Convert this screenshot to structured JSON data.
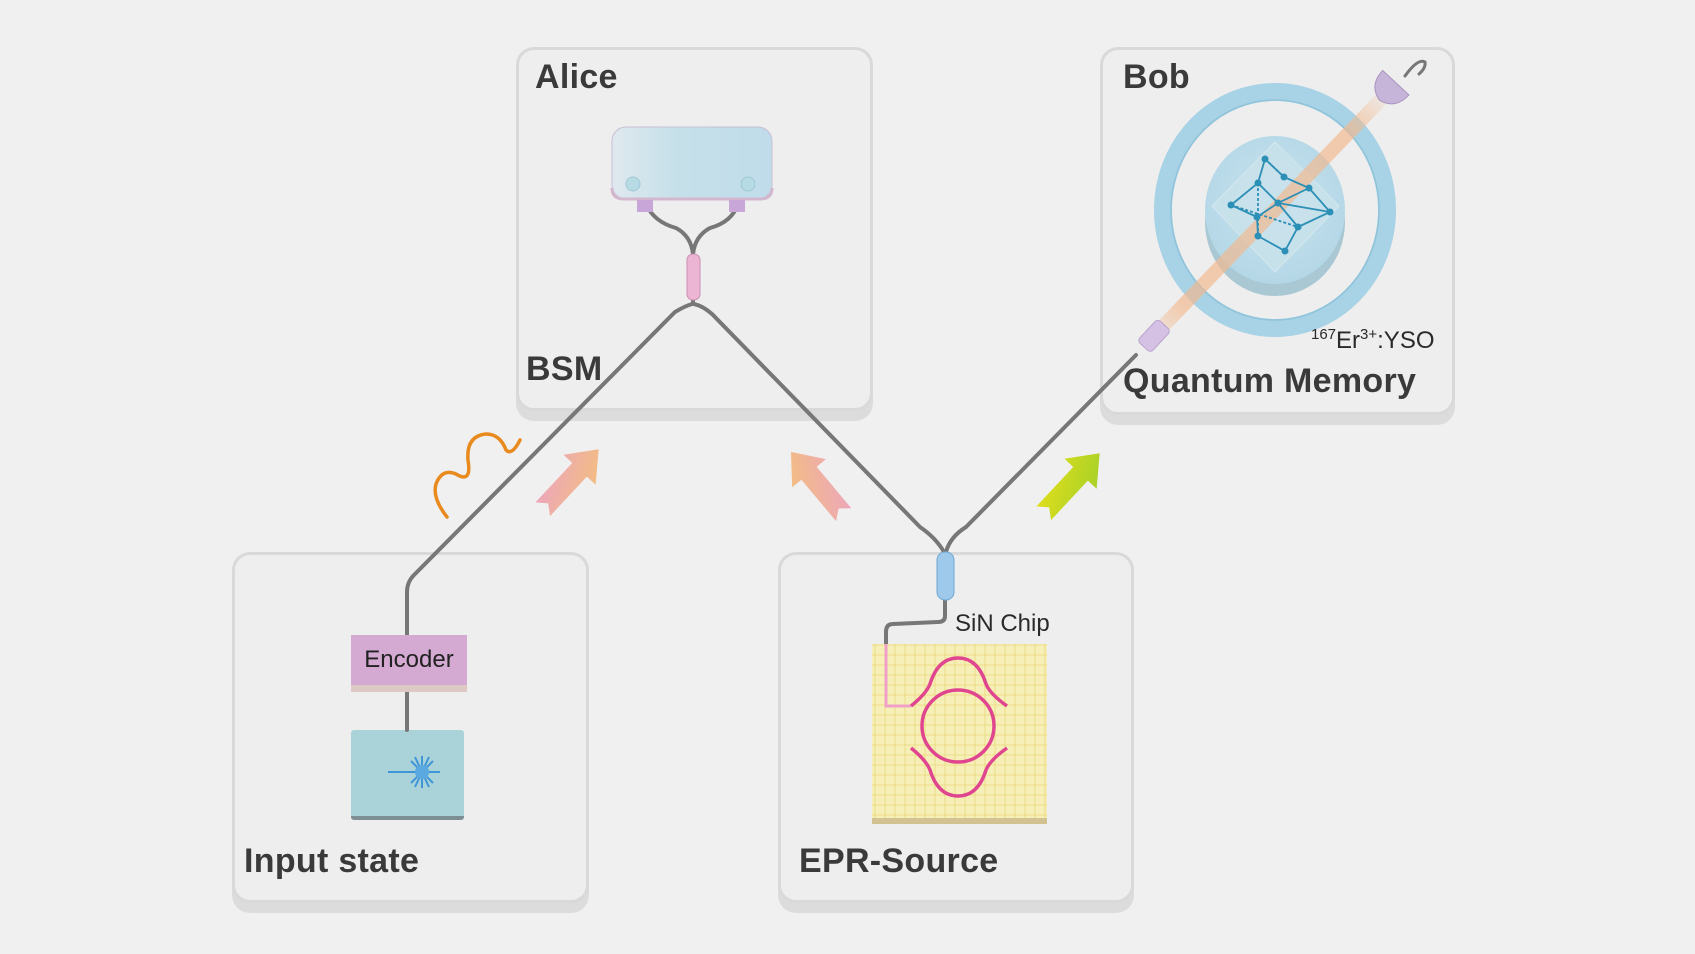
{
  "diagram": {
    "panels": {
      "alice": {
        "title": "Alice",
        "sublabel": "BSM"
      },
      "bob": {
        "title": "Bob",
        "sublabel": "Quantum Memory",
        "crystal_label_sup1": "167",
        "crystal_label_base": "Er",
        "crystal_label_sup2": "3+",
        "crystal_label_tail": ":YSO"
      },
      "input_state": {
        "title": "Input state",
        "encoder_label": "Encoder"
      },
      "epr_source": {
        "title": "EPR-Source",
        "chip_label": "SiN Chip"
      }
    },
    "icons": [
      "bsm-detector-icon",
      "beam-splitter-icon",
      "crystal-lattice-icon",
      "cavity-ring-icon",
      "fiber-coupler-icon",
      "laser-icon",
      "photon-wave-icon",
      "direction-arrow-icon",
      "sin-chip-icon"
    ],
    "colors": {
      "background": "#f0f0f0",
      "panel": "#eeeeee",
      "fiber": "#777777",
      "encoder": "#d4a9d2",
      "laser_box": "#a9d3d9",
      "ring": "#a8d2e6",
      "chip": "#f6f0b8",
      "waveguide": "#e0468f",
      "photon_wave": "#e88a1e",
      "arrow_pink": "#eaa0c0",
      "arrow_yellow": "#d9e021"
    }
  }
}
